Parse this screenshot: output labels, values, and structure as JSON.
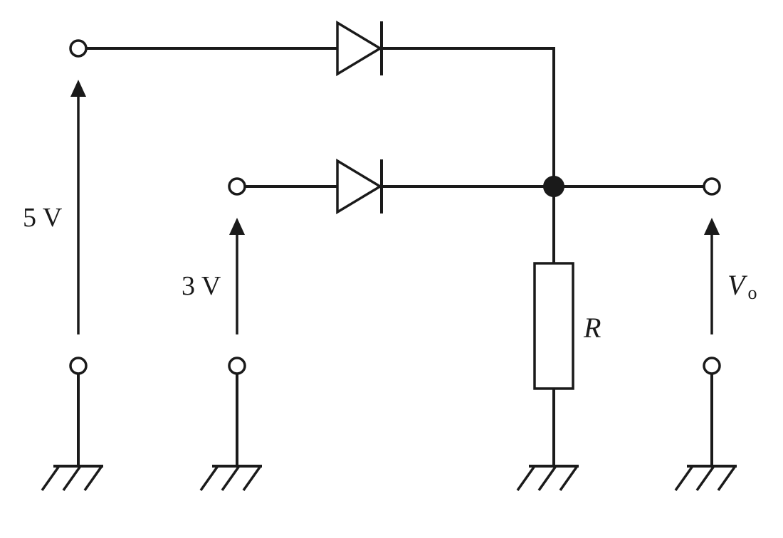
{
  "labels": {
    "source_top": "5 V",
    "source_mid": "3 V",
    "resistor": "R",
    "output_main": "V",
    "output_sub": "o"
  },
  "components": {
    "diodes": [
      "diode-top",
      "diode-bottom"
    ],
    "resistor": "resistor-r",
    "grounds": 4,
    "terminals": 6
  },
  "colors": {
    "stroke": "#1a1a1a",
    "background": "#ffffff"
  }
}
